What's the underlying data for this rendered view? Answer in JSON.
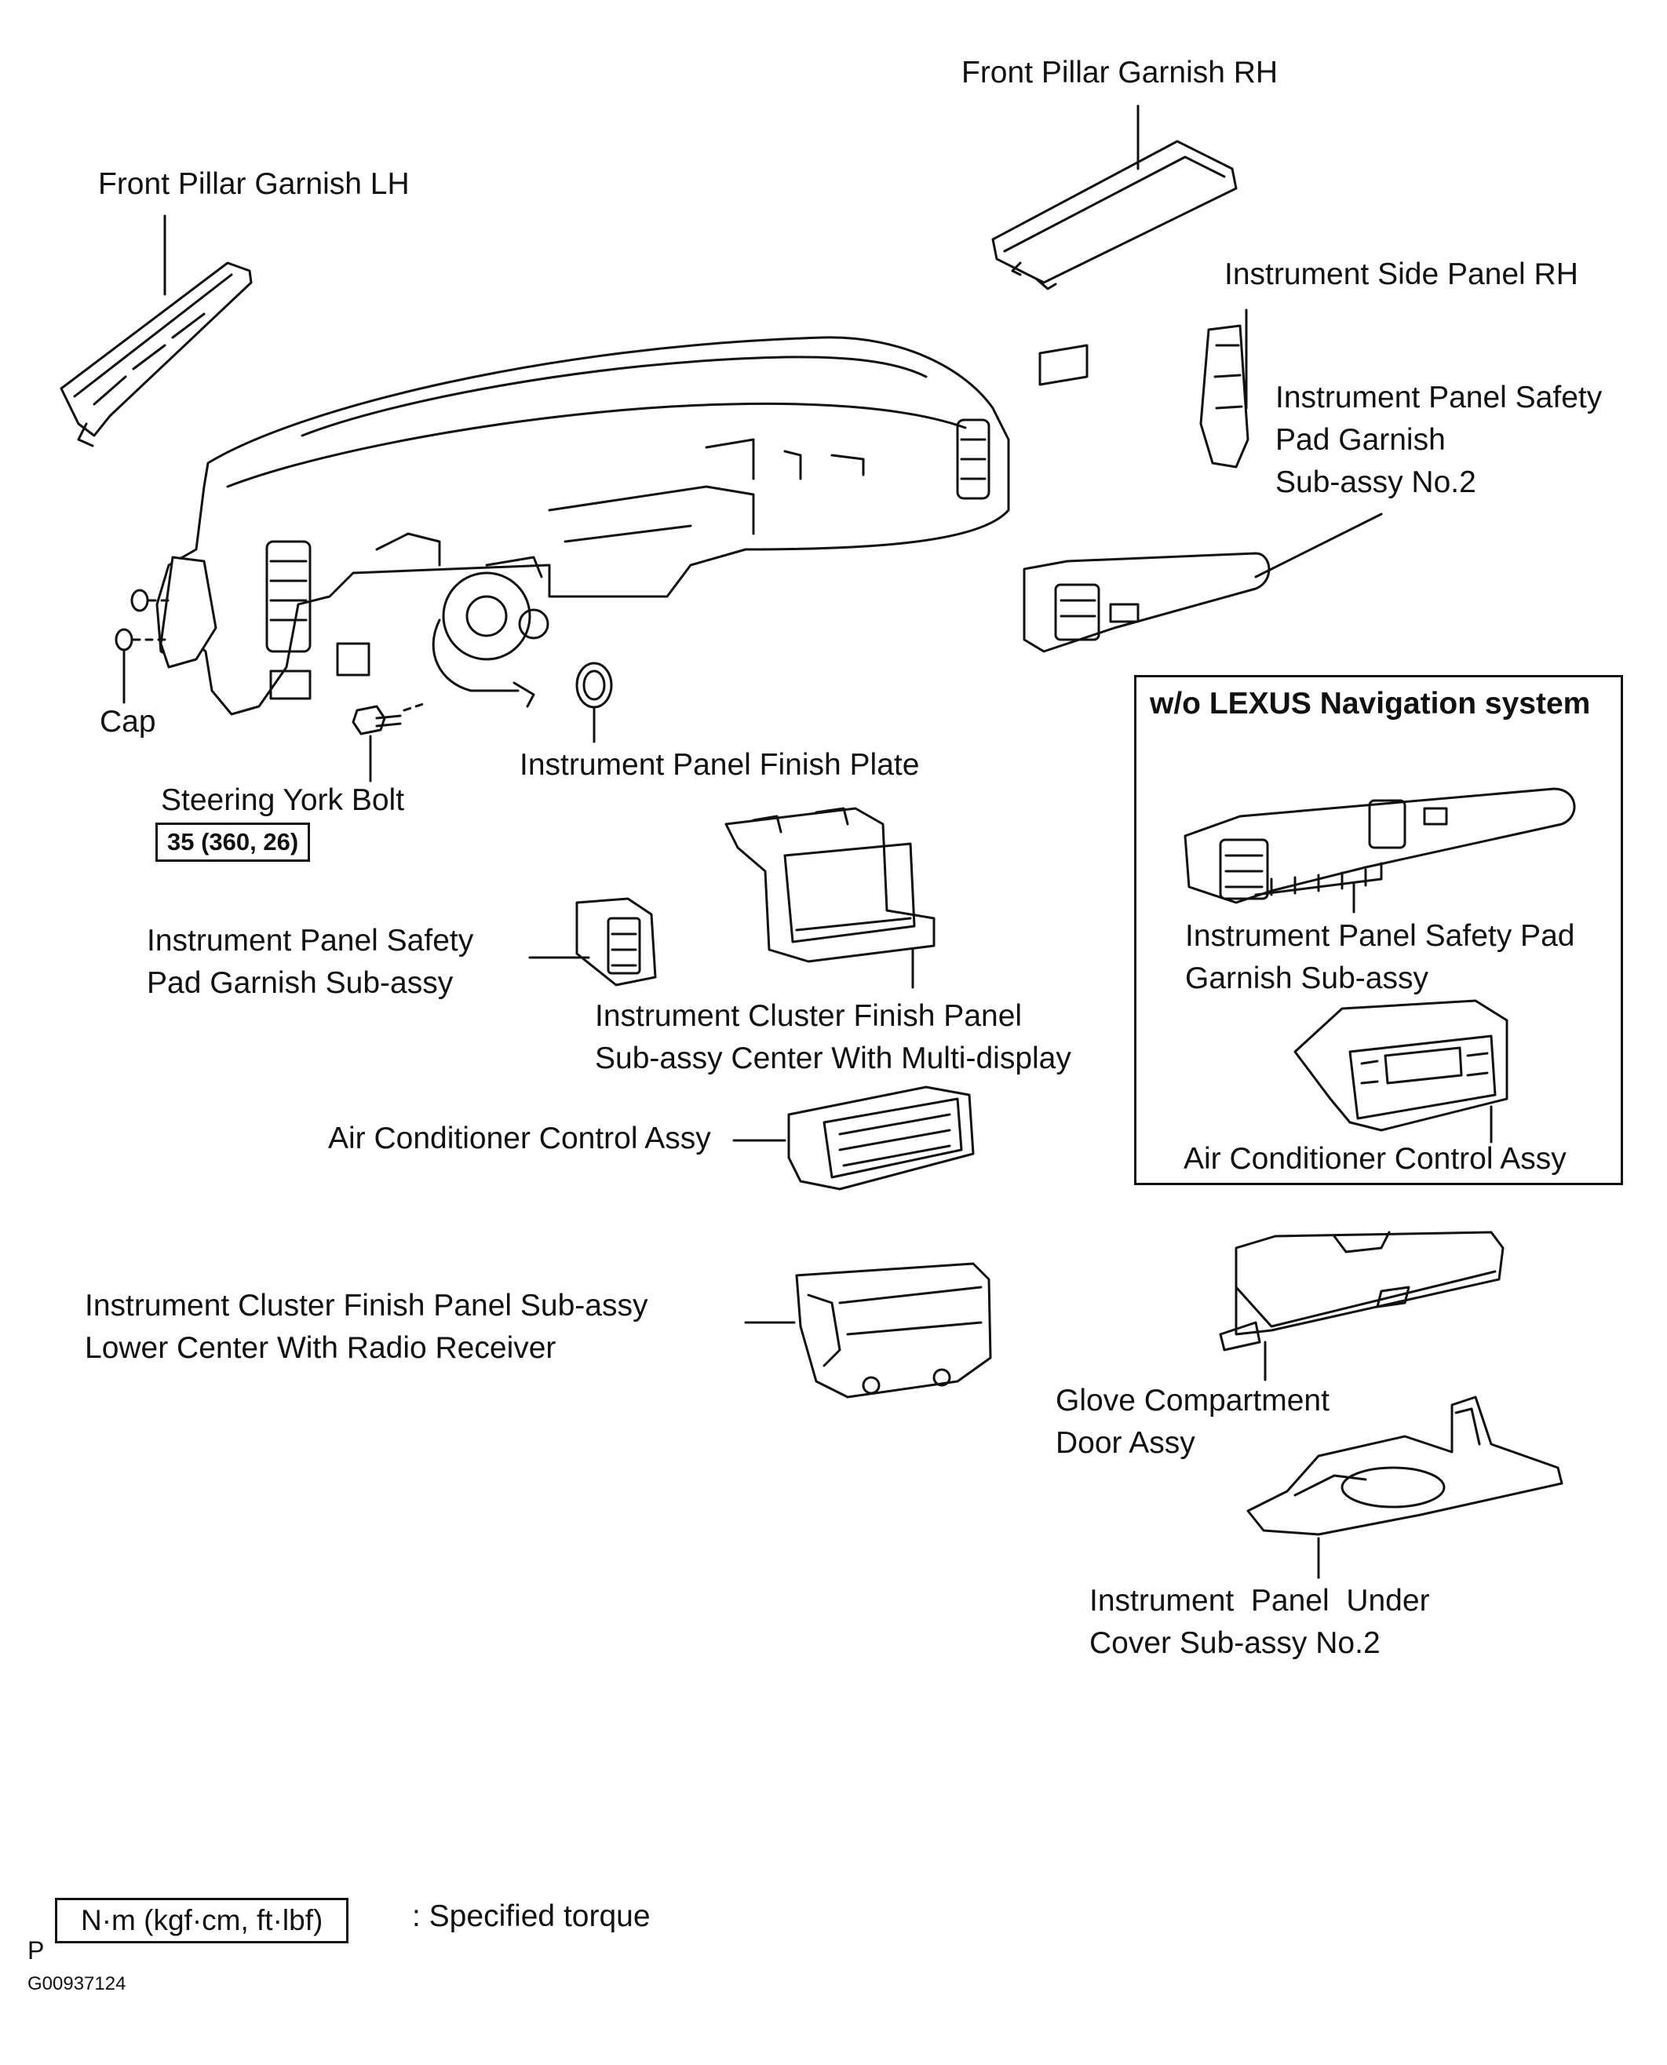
{
  "labels": {
    "front_pillar_rh": "Front Pillar Garnish RH",
    "front_pillar_lh": "Front Pillar Garnish LH",
    "instrument_side_panel_rh": "Instrument Side Panel RH",
    "ip_safety_pad_garnish_no2": [
      "Instrument Panel Safety",
      "Pad Garnish",
      "Sub-assy No.2"
    ],
    "cap": "Cap",
    "steering_york_bolt": "Steering York Bolt",
    "torque_value": "35 (360, 26)",
    "ip_finish_plate": "Instrument Panel Finish Plate",
    "ip_safety_pad_garnish": [
      "Instrument Panel Safety",
      "Pad Garnish Sub-assy"
    ],
    "cluster_finish_center": [
      "Instrument Cluster Finish Panel",
      "Sub-assy Center With Multi-display"
    ],
    "ac_control": "Air Conditioner Control Assy",
    "cluster_finish_lower": [
      "Instrument Cluster Finish Panel Sub-assy",
      "Lower Center With Radio Receiver"
    ],
    "glove_compartment": [
      "Glove Compartment",
      "Door Assy"
    ],
    "ip_under_cover": [
      "Instrument  Panel  Under",
      "Cover Sub-assy No.2"
    ]
  },
  "inset": {
    "title": "w/o LEXUS Navigation system",
    "ip_safety_pad_garnish": [
      "Instrument Panel Safety Pad",
      "Garnish Sub-assy"
    ],
    "ac_control": "Air Conditioner Control Assy"
  },
  "legend": {
    "unit_box": "N·m (kgf·cm, ft·lbf)",
    "description": ": Specified torque"
  },
  "footer": {
    "p_mark": "P",
    "figure_id": "G00937124"
  }
}
